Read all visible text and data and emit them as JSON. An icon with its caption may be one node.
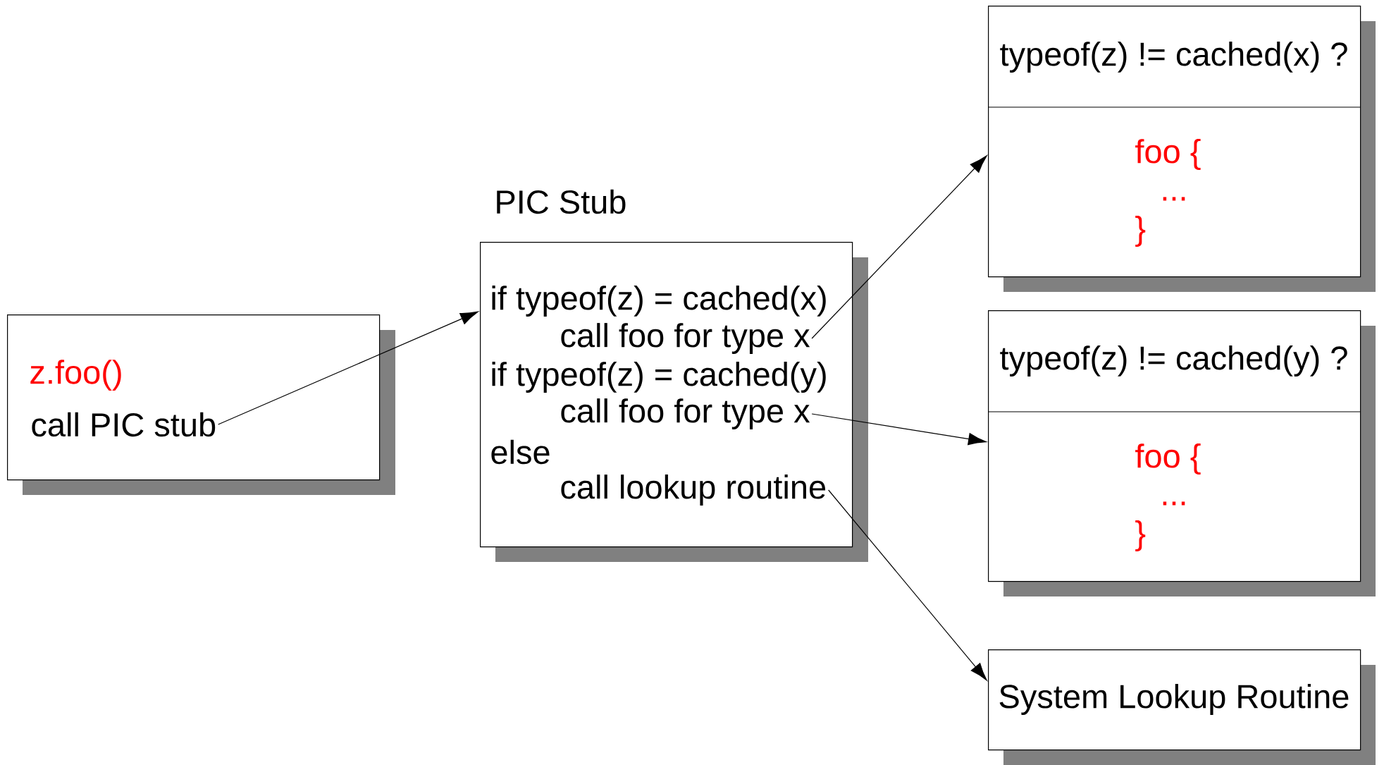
{
  "diagram": {
    "nodes": [
      {
        "text": [
          "z.foo()"
        ]
      },
      {
        "text": [
          "call PIC stub"
        ],
        "in": 0
      },
      {
        "text": [
          "PIC Stub",
          "if typeof(z) = cached(x)",
          "if typeof(z) = cached(y)",
          "else"
        ]
      },
      {
        "text": [
          "call foo for type x"
        ],
        "in": 2
      },
      {
        "text": [
          "call foo for type x"
        ],
        "in": 2
      },
      {
        "text": [
          "call lookup routine"
        ],
        "in": 2
      },
      {
        "text": [
          "typeof(z) != cached(x) ?",
          "foo {",
          "...",
          "}"
        ]
      },
      {
        "text": [
          "typeof(z) != cached(y) ?",
          "foo {",
          "...",
          "}"
        ]
      },
      {
        "text": [
          "System Lookup Routine"
        ]
      }
    ],
    "edges": [
      {
        "from": 1,
        "to": 2,
        "arrow": "to"
      },
      {
        "from": 3,
        "to": 6,
        "arrow": "to"
      },
      {
        "from": 4,
        "to": 7,
        "arrow": "to"
      },
      {
        "from": 5,
        "to": 8,
        "arrow": "to"
      }
    ]
  }
}
